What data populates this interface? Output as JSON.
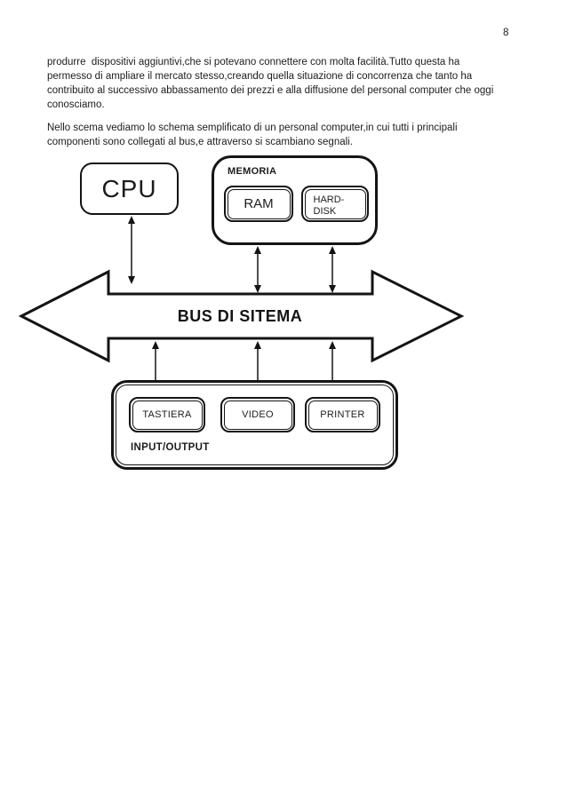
{
  "page": {
    "number": "8"
  },
  "content": {
    "paragraph1": {
      "lines": [
        "produrre  dispositivi aggiuntivi,che si potevano connettere con molta facilità.Tutto questa ha",
        "permesso di ampliare il mercato stesso,creando quella situazione di concorrenza che tanto ha",
        "contribuito al successivo abbassamento dei prezzi e alla diffusione del personal computer che oggi",
        "conosciamo."
      ]
    },
    "paragraph2": {
      "lines": [
        "Nello scema vediamo lo schema semplificato di un personal computer,in cui tutti i principali",
        "componenti sono collegati al bus,e attraverso si scambiano segnali."
      ]
    }
  },
  "diagram": {
    "cpu_label": "CPU",
    "memoria_label": "MEMORIA",
    "ram_label": "RAM",
    "harddisk_label": "HARD-\nDISK",
    "bus_label": "BUS DI SITEMA",
    "io_label": "INPUT/OUTPUT",
    "tastiera_label": "TASTIERA",
    "video_label": "VIDEO",
    "printer_label": "PRINTER",
    "colors": {
      "ink": "#141414",
      "paper": "#ffffff"
    }
  }
}
